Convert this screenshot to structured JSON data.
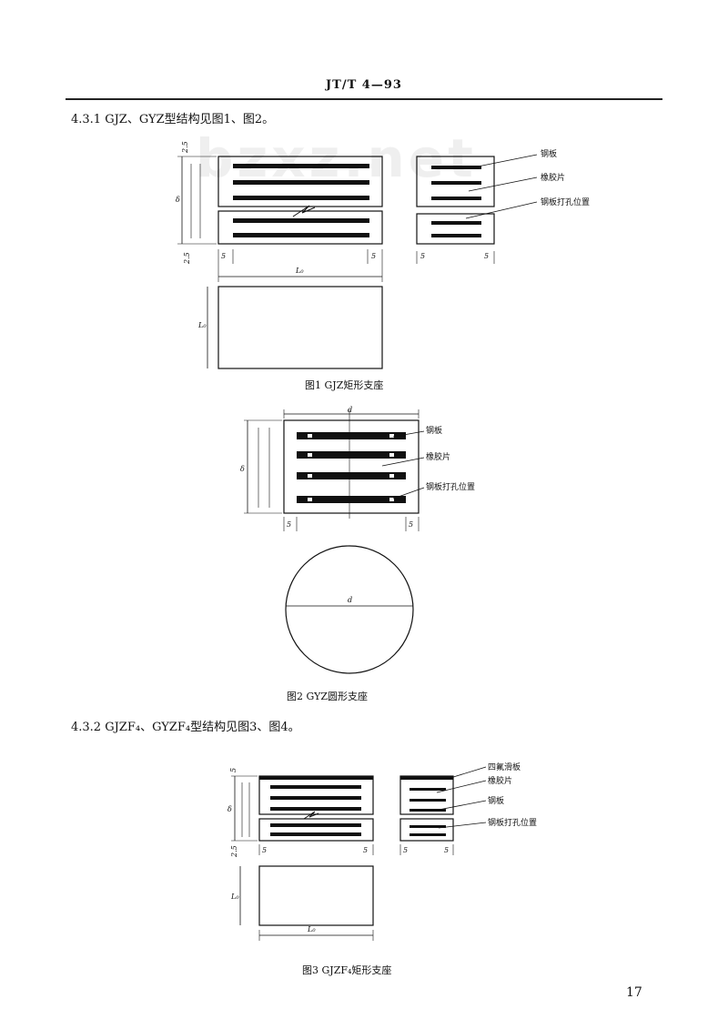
{
  "header": {
    "code": "JT/T 4—93"
  },
  "sections": [
    {
      "text": "4.3.1  GJZ、GYZ型结构见图1、图2。"
    },
    {
      "text": "4.3.2  GJZF₄、GYZF₄型结构见图3、图4。"
    }
  ],
  "watermark": "bzxz.net",
  "figures": [
    {
      "caption": "图1  GJZ矩形支座",
      "labels": [
        "钢板",
        "橡胶片",
        "钢板打孔位置"
      ],
      "dims": {
        "top": "2.5",
        "bottom": "2.5",
        "total": "δ",
        "edge": "5",
        "length": "L₀",
        "width": "L₀"
      }
    },
    {
      "caption": "图2  GYZ圆形支座",
      "labels": [
        "钢板",
        "橡胶片",
        "钢板打孔位置"
      ],
      "dims": {
        "diameter": "d",
        "edge": "5",
        "total": "δ"
      }
    },
    {
      "caption": "图3  GJZF₄矩形支座",
      "labels": [
        "四氟滑板",
        "橡胶片",
        "钢板",
        "钢板打孔位置"
      ],
      "dims": {
        "top": "5",
        "bottom": "2.5",
        "total": "δ",
        "edge": "5",
        "length": "L₀",
        "width": "L₀"
      }
    }
  ],
  "page_number": "17"
}
